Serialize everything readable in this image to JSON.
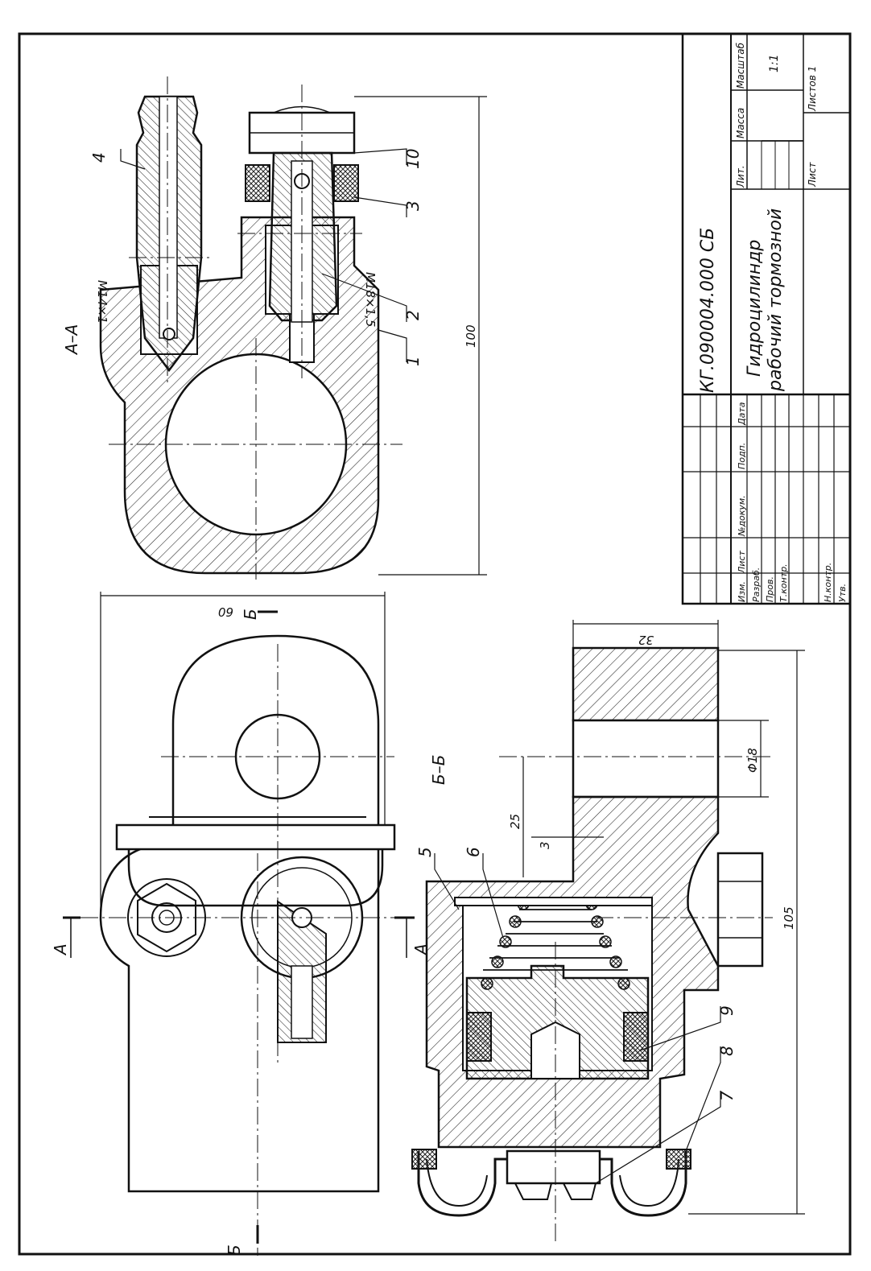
{
  "titleblock": {
    "doc_number": "КГ.090004.000 СБ",
    "name_line1": "Гидроцилиндр",
    "name_line2": "рабочий тормозной",
    "col_izm": "Изм.",
    "col_list": "Лист",
    "col_ndokum": "№докум.",
    "col_podp": "Подп.",
    "col_data": "Дата",
    "row_razrab": "Разраб.",
    "row_prov": "Пров.",
    "row_tkontr": "Т.контр.",
    "row_nkontr": "Н.контр.",
    "row_utv": "Утв.",
    "lit": "Лит.",
    "massa": "Масса",
    "masshtab": "Масштаб",
    "scale_value": "1:1",
    "list": "Лист",
    "listov": "Листов 1"
  },
  "views": {
    "section_aa": "А–А",
    "section_bb": "Б–Б",
    "cut_a": "А",
    "cut_b": "Б"
  },
  "dimensions": {
    "d100": "100",
    "d60": "60",
    "d32": "32",
    "d105": "105",
    "d25": "25",
    "d3": "3",
    "phi18": "Φ18",
    "thread_m14": "М14×1",
    "thread_m18": "М18×1,5"
  },
  "callouts": [
    "1",
    "2",
    "3",
    "4",
    "5",
    "6",
    "7",
    "8",
    "9",
    "10"
  ]
}
